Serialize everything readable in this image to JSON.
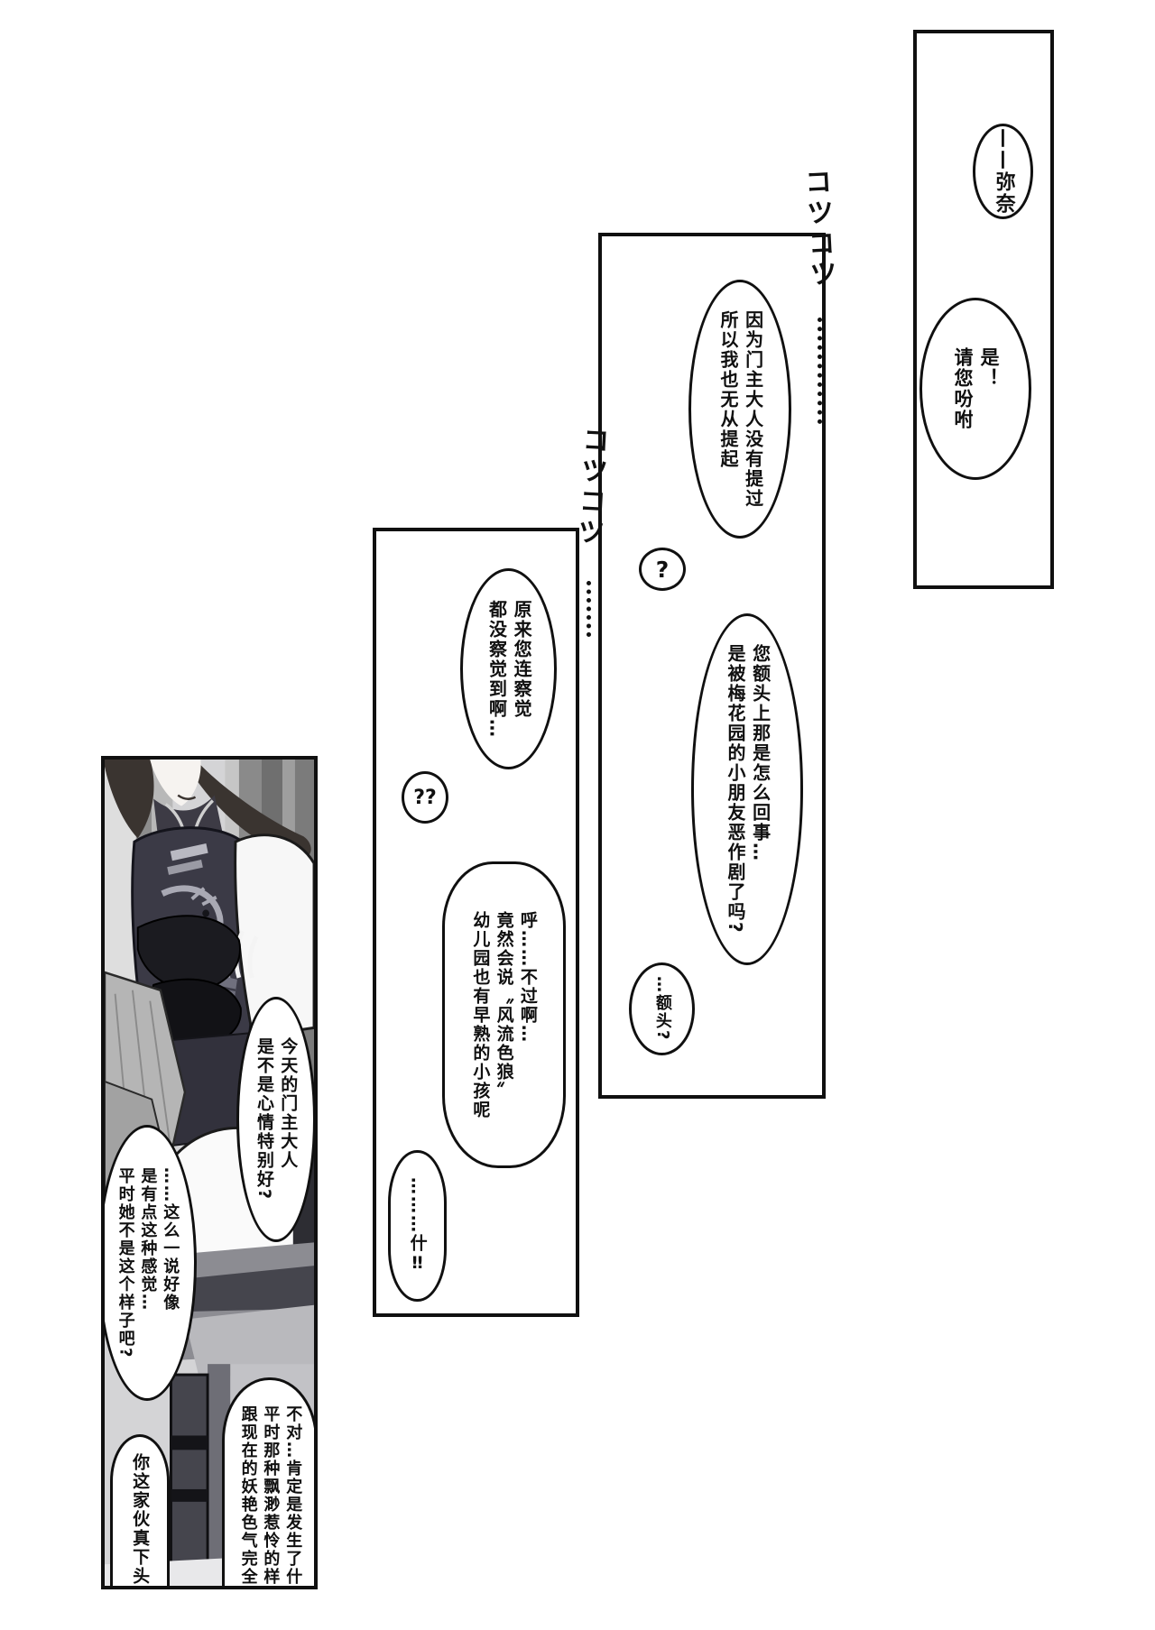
{
  "colors": {
    "ink": "#101010",
    "paper": "#ffffff"
  },
  "panel1": {
    "call_bubble": "——弥奈",
    "reply_col1": "是！",
    "reply_col2": "请您吩咐"
  },
  "panel2": {
    "sfx": "コツコツ",
    "b1_col1": "因为门主大人没有提过",
    "b1_col2": "所以我也无从提起",
    "q_bubble": "?",
    "b2_col1": "您额头上那是怎么回事…",
    "b2_col2": "是被梅花园的小朋友恶作剧了吗?",
    "b3": "…额头?"
  },
  "panel3": {
    "sfx": "コツコツ",
    "b1_col1": "原来您连察觉",
    "b1_col2": "都没察觉到啊…",
    "qq_bubble": "??",
    "b2_col1": "呼……不过啊…",
    "b2_col2": "竟然会说〝风流色狼〞",
    "b2_col3": "幼儿园也有早熟的小孩呢",
    "b3": "………什‼"
  },
  "panel4": {
    "b1_col1": "今天的门主大人",
    "b1_col2": "是不是心情特别好?",
    "b2_col1": "……这么一说好像",
    "b2_col2": "是有点这种感觉…",
    "b2_col3": "平时她不是这个样子吧?",
    "b3_col1": "不对…肯定是发生了什么",
    "b3_col2": "平时那种飘渺惹怜的样子",
    "b3_col3": "跟现在的妖艳色气完全…",
    "b4": "你这家伙真下头啊"
  }
}
